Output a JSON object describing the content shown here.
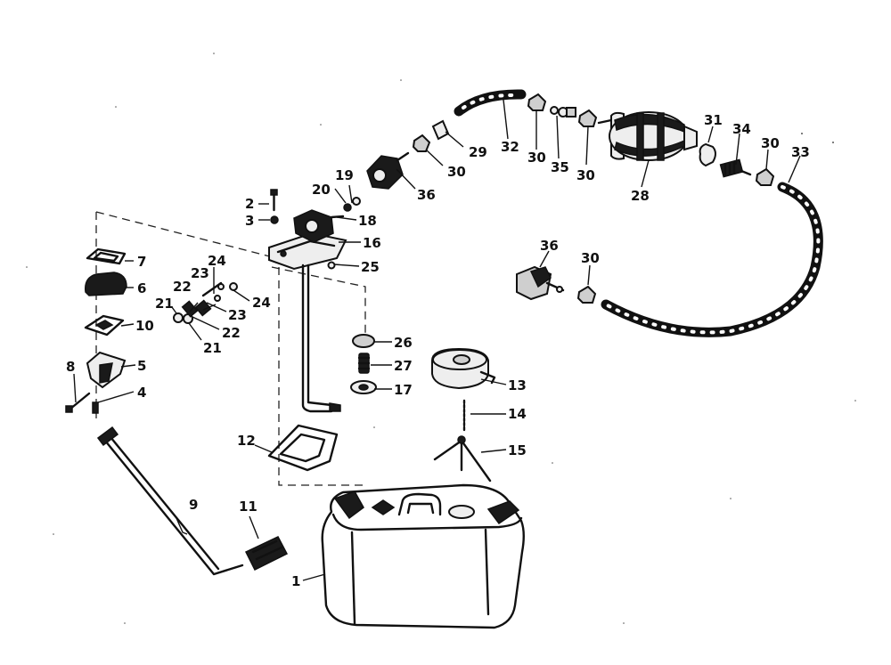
{
  "diagram": {
    "description_free": true,
    "callouts": [
      {
        "id": "c1",
        "label": "1"
      },
      {
        "id": "c2",
        "label": "2"
      },
      {
        "id": "c3",
        "label": "3"
      },
      {
        "id": "c4",
        "label": "4"
      },
      {
        "id": "c5",
        "label": "5"
      },
      {
        "id": "c6",
        "label": "6"
      },
      {
        "id": "c7",
        "label": "7"
      },
      {
        "id": "c8",
        "label": "8"
      },
      {
        "id": "c9",
        "label": "9"
      },
      {
        "id": "c10",
        "label": "10"
      },
      {
        "id": "c11",
        "label": "11"
      },
      {
        "id": "c12",
        "label": "12"
      },
      {
        "id": "c13",
        "label": "13"
      },
      {
        "id": "c14",
        "label": "14"
      },
      {
        "id": "c15",
        "label": "15"
      },
      {
        "id": "c16",
        "label": "16"
      },
      {
        "id": "c17",
        "label": "17"
      },
      {
        "id": "c18",
        "label": "18"
      },
      {
        "id": "c19",
        "label": "19"
      },
      {
        "id": "c20",
        "label": "20"
      },
      {
        "id": "c21a",
        "label": "21"
      },
      {
        "id": "c21b",
        "label": "21"
      },
      {
        "id": "c22a",
        "label": "22"
      },
      {
        "id": "c22b",
        "label": "22"
      },
      {
        "id": "c23a",
        "label": "23"
      },
      {
        "id": "c23b",
        "label": "23"
      },
      {
        "id": "c24a",
        "label": "24"
      },
      {
        "id": "c24b",
        "label": "24"
      },
      {
        "id": "c25",
        "label": "25"
      },
      {
        "id": "c26",
        "label": "26"
      },
      {
        "id": "c27",
        "label": "27"
      },
      {
        "id": "c28",
        "label": "28"
      },
      {
        "id": "c29",
        "label": "29"
      },
      {
        "id": "c30a",
        "label": "30"
      },
      {
        "id": "c30b",
        "label": "30"
      },
      {
        "id": "c30c",
        "label": "30"
      },
      {
        "id": "c30d",
        "label": "30"
      },
      {
        "id": "c30e",
        "label": "30"
      },
      {
        "id": "c31",
        "label": "31"
      },
      {
        "id": "c32",
        "label": "32"
      },
      {
        "id": "c33",
        "label": "33"
      },
      {
        "id": "c34",
        "label": "34"
      },
      {
        "id": "c35",
        "label": "35"
      },
      {
        "id": "c36a",
        "label": "36"
      },
      {
        "id": "c36b",
        "label": "36"
      }
    ]
  }
}
